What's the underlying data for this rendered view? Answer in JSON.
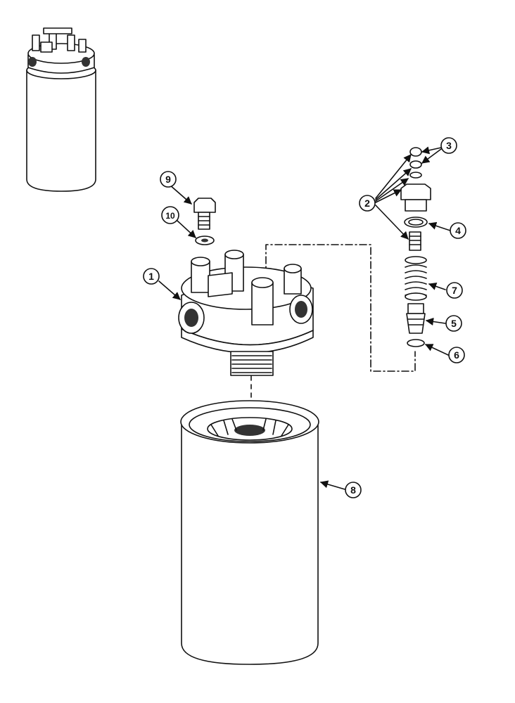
{
  "diagram": {
    "callouts": [
      "1",
      "2",
      "3",
      "4",
      "5",
      "6",
      "7",
      "8",
      "9",
      "10"
    ]
  },
  "colors": {
    "ink": "#111111",
    "paper": "#ffffff"
  }
}
